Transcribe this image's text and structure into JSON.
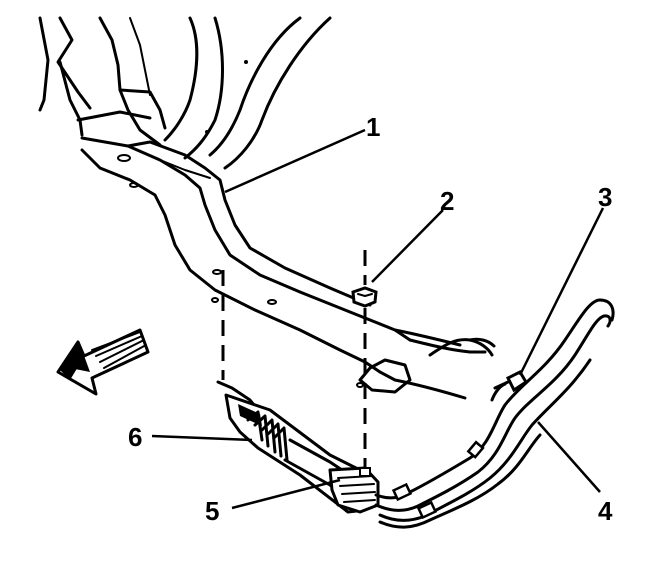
{
  "callouts": [
    {
      "id": "1",
      "label": "1"
    },
    {
      "id": "2",
      "label": "2"
    },
    {
      "id": "3",
      "label": "3"
    },
    {
      "id": "4",
      "label": "4"
    },
    {
      "id": "5",
      "label": "5"
    },
    {
      "id": "6",
      "label": "6"
    }
  ],
  "icons": {
    "direction_arrow": "front-direction-arrow-icon",
    "nut": "nut-icon",
    "cooler": "oil-cooler-icon"
  },
  "colors": {
    "line": "#000000",
    "background": "#ffffff"
  }
}
